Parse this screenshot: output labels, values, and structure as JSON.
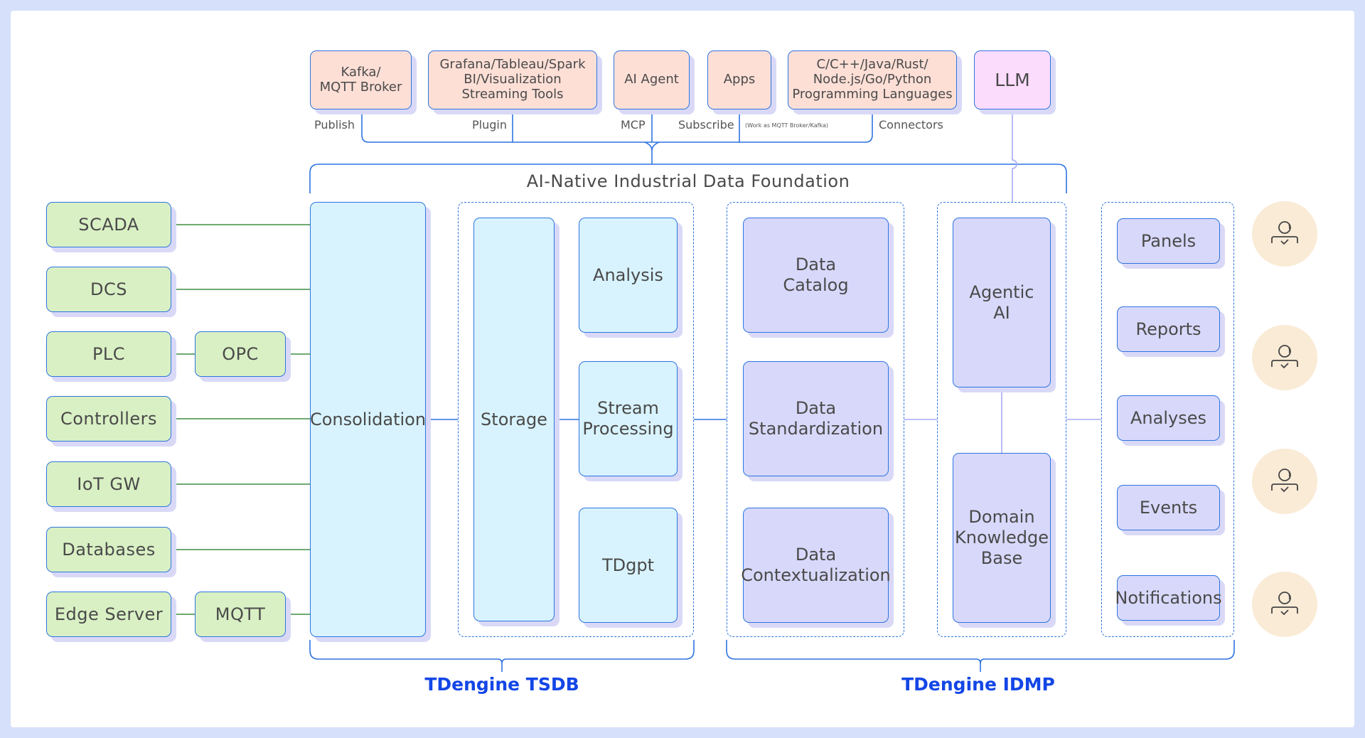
{
  "title": "AI-Native Industrial Data Foundation",
  "sources": [
    {
      "label": "SCADA"
    },
    {
      "label": "DCS"
    },
    {
      "label": "PLC",
      "via": "OPC"
    },
    {
      "label": "Controllers"
    },
    {
      "label": "IoT GW"
    },
    {
      "label": "Databases"
    },
    {
      "label": "Edge Server",
      "via": "MQTT"
    }
  ],
  "integrations": [
    {
      "label": "Kafka/\nMQTT Broker",
      "connector": "Publish"
    },
    {
      "label": "Grafana/Tableau/Spark\nBI/Visualization\nStreaming Tools",
      "connector": "Plugin"
    },
    {
      "label": "AI Agent",
      "connector": "MCP"
    },
    {
      "label": "Apps",
      "connector": "Subscribe",
      "note": "(Work as MQTT Broker/Kafka)"
    },
    {
      "label": "C/C++/Java/Rust/\nNode.js/Go/Python\nProgramming Languages",
      "connector": "Connectors"
    }
  ],
  "llm": {
    "label": "LLM"
  },
  "tsdb": {
    "consolidation": "Consolidation",
    "storage": "Storage",
    "modules": [
      "Analysis",
      "Stream\nProcessing",
      "TDgpt"
    ],
    "product_label": "TDengine TSDB"
  },
  "idmp": {
    "data_modules": [
      "Data\nCatalog",
      "Data\nStandardization",
      "Data\nContextualization"
    ],
    "ai_modules": [
      "Agentic\nAI",
      "Domain\nKnowledge\nBase"
    ],
    "outputs": [
      "Panels",
      "Reports",
      "Analyses",
      "Events",
      "Notifications"
    ],
    "product_label": "TDengine IDMP"
  },
  "users": [
    {
      "icon": "user-check-icon"
    },
    {
      "icon": "user-check-icon"
    },
    {
      "icon": "user-check-icon"
    },
    {
      "icon": "user-check-icon"
    }
  ],
  "colors": {
    "border": "#2e74e0",
    "green_fill": "#d9f0c4",
    "cyan_fill": "#d8f3fd",
    "purple_fill": "#d8d8fb",
    "peach_fill": "#fddfd6",
    "llm_fill": "#fcdcfc",
    "product_label": "#1346e6",
    "green_line": "#3e8e41",
    "purple_line": "#a9a9f5",
    "user_bg": "#faebd6"
  }
}
